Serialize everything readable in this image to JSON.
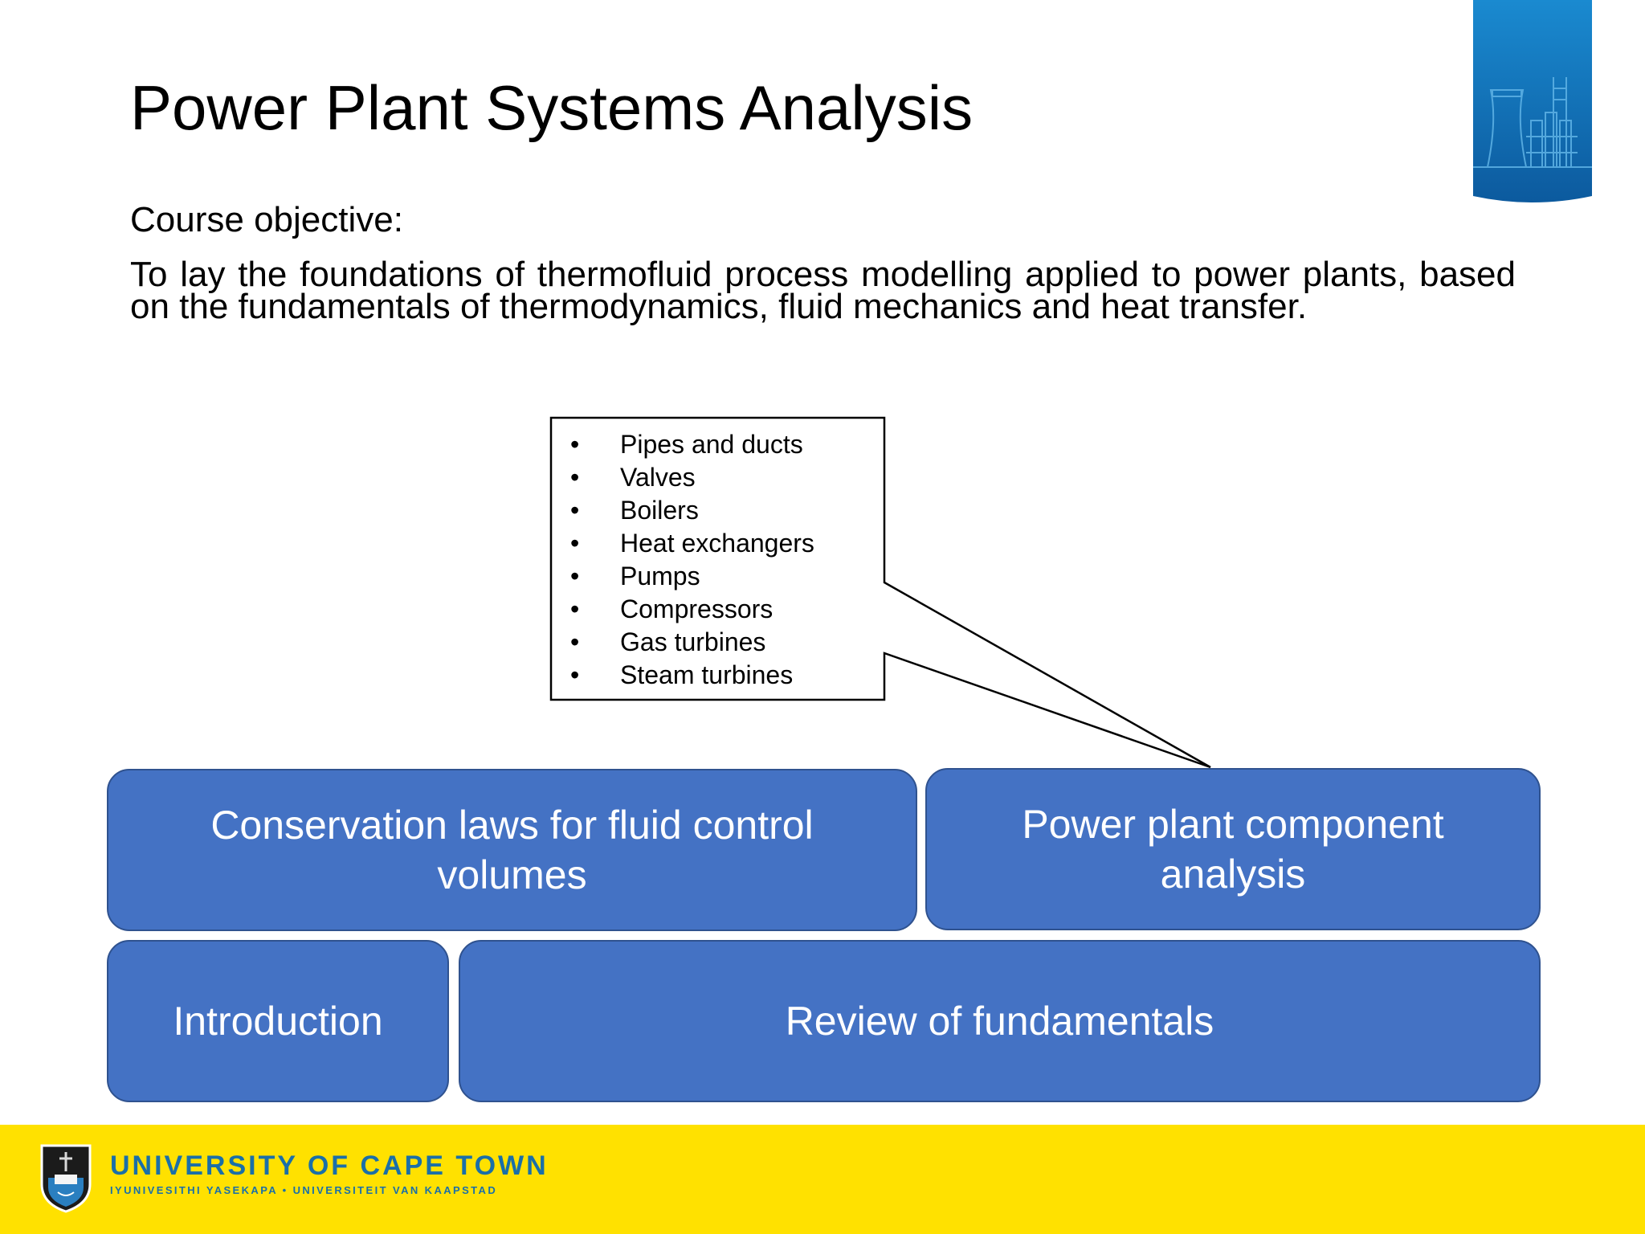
{
  "slide": {
    "title": "Power Plant Systems Analysis",
    "objective_label": "Course objective:",
    "objective_text": "To lay the foundations of thermofluid process modelling applied to power plants, based on the fundamentals of thermodynamics, fluid mechanics and heat transfer."
  },
  "callout": {
    "items": [
      "Pipes and ducts",
      "Valves",
      "Boilers",
      "Heat exchangers",
      "Pumps",
      "Compressors",
      "Gas turbines",
      "Steam turbines"
    ]
  },
  "blocks": {
    "conservation": "Conservation laws for fluid control volumes",
    "component": "Power plant component analysis",
    "introduction": "Introduction",
    "review": "Review of fundamentals"
  },
  "footer": {
    "university": "UNIVERSITY OF CAPE TOWN",
    "subtitle": "IYUNIVESITHI YASEKAPA • UNIVERSITEIT VAN KAAPSTAD"
  },
  "colors": {
    "block_fill": "#4472c4",
    "block_border": "#2f528f",
    "footer_yellow": "#ffe100",
    "uct_blue": "#1a6fa8"
  },
  "icons": {
    "corner": "power-plant-icon",
    "crest": "uct-crest-icon"
  }
}
